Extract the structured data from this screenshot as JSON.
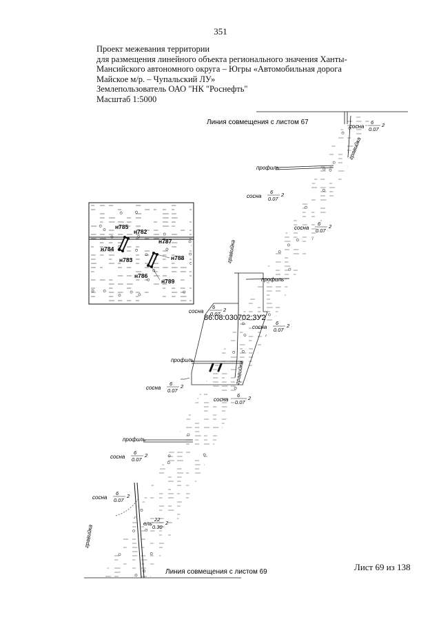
{
  "page_number": "351",
  "header": {
    "lines": [
      "Проект межевания территории",
      "для размещения линейного объекта регионального значения Ханты-",
      "Мансийского автономного округа – Югры  «Автомобильная дорога",
      "Майское м/р. – Чупальский ЛУ»",
      "Землепользователь ОАО \"НК \"Роснефть\"",
      "Масштаб 1:5000"
    ]
  },
  "map": {
    "top_edge_label": "Линия совмещения с листом 67",
    "bottom_edge_label": "Линия совмещения с листом 69",
    "parcel_id": "86:08:030702:3У2",
    "road_label": "профиль",
    "gravel_label": "гравийка",
    "species_pine": "сосна",
    "species_spruce": "ель",
    "stand_numerator": "6",
    "stand_denominator": "0.07",
    "stand_suffix": "2",
    "spruce_numerator": "22",
    "spruce_denominator": "0.30",
    "inset_points": [
      "н785",
      "н782",
      "н784",
      "н787",
      "н783",
      "н788",
      "н786",
      "н789"
    ]
  },
  "footer": {
    "sheet_label": "Лист 69 из 138"
  }
}
